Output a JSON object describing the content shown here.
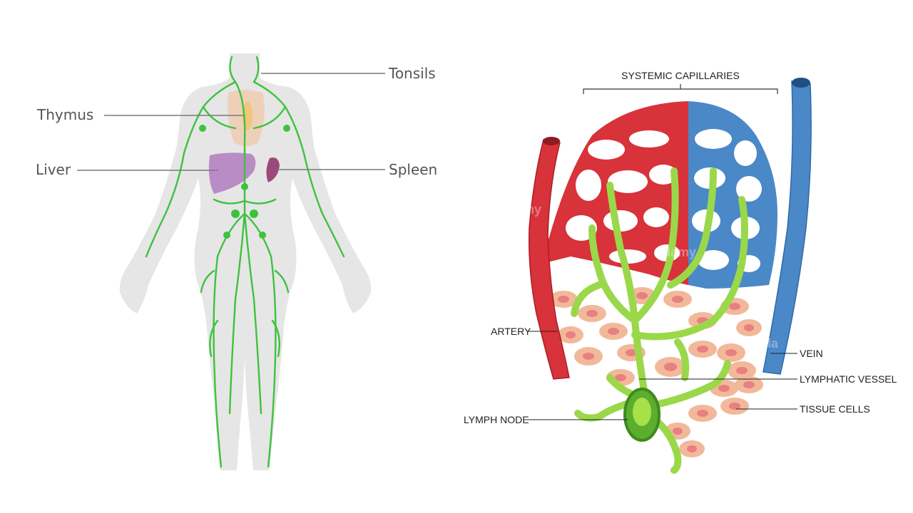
{
  "left_diagram": {
    "labels": {
      "tonsils": "Tonsils",
      "thymus": "Thymus",
      "liver": "Liver",
      "spleen": "Spleen"
    }
  },
  "right_diagram": {
    "labels": {
      "systemic_capillaries": "SYSTEMIC CAPILLARIES",
      "artery": "ARTERY",
      "vein": "VEIN",
      "lymphatic_vessel": "LYMPHATIC VESSEL",
      "tissue_cells": "TISSUE CELLS",
      "lymph_node": "LYMPH NODE"
    },
    "watermarks": [
      "my",
      "alamy",
      "ala"
    ]
  },
  "colors": {
    "body_silhouette": "#e4e4e4",
    "lymph_green": "#3ec23e",
    "light_green": "#9ad84a",
    "artery_red": "#d8323a",
    "vein_blue": "#4a88c8",
    "liver_purple": "#b98cc6",
    "spleen_purple": "#9a4a7a",
    "thymus_yellow": "#f2c21a",
    "tissue_cell": "#f2b89a",
    "tissue_nucleus": "#e87f80",
    "node_green": "#5bae2e"
  }
}
